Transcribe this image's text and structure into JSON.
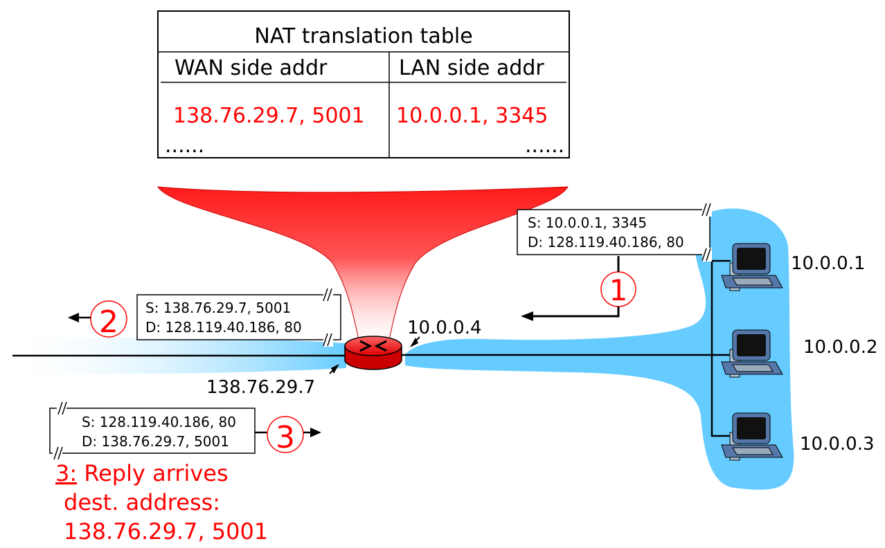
{
  "nat_table": {
    "title": "NAT translation table",
    "col_wan": "WAN side addr",
    "col_lan": "LAN side addr",
    "row_wan": "138.76.29.7, 5001",
    "row_lan": "10.0.0.1, 3345",
    "more_left": "......",
    "more_right": "......"
  },
  "packet1": {
    "src": "S: 10.0.0.1, 3345",
    "dst": "D: 128.119.40.186, 80",
    "step": "1"
  },
  "packet2": {
    "src": "S: 138.76.29.7, 5001",
    "dst": "D: 128.119.40.186, 80",
    "step": "2"
  },
  "packet3": {
    "src": "S: 128.119.40.186, 80",
    "dst": "D: 138.76.29.7, 5001",
    "step": "3"
  },
  "router": {
    "lan_ip": "10.0.0.4",
    "wan_ip": "138.76.29.7"
  },
  "hosts": [
    {
      "ip": "10.0.0.1"
    },
    {
      "ip": "10.0.0.2"
    },
    {
      "ip": "10.0.0.3"
    }
  ],
  "note": {
    "step": "3:",
    "line1": " Reply arrives",
    "line2": "dest. address:",
    "line3": "138.76.29.7, 5001"
  },
  "colors": {
    "lan_blue": "#66ccff",
    "nat_red": "#ff0000",
    "ink": "#000000"
  }
}
